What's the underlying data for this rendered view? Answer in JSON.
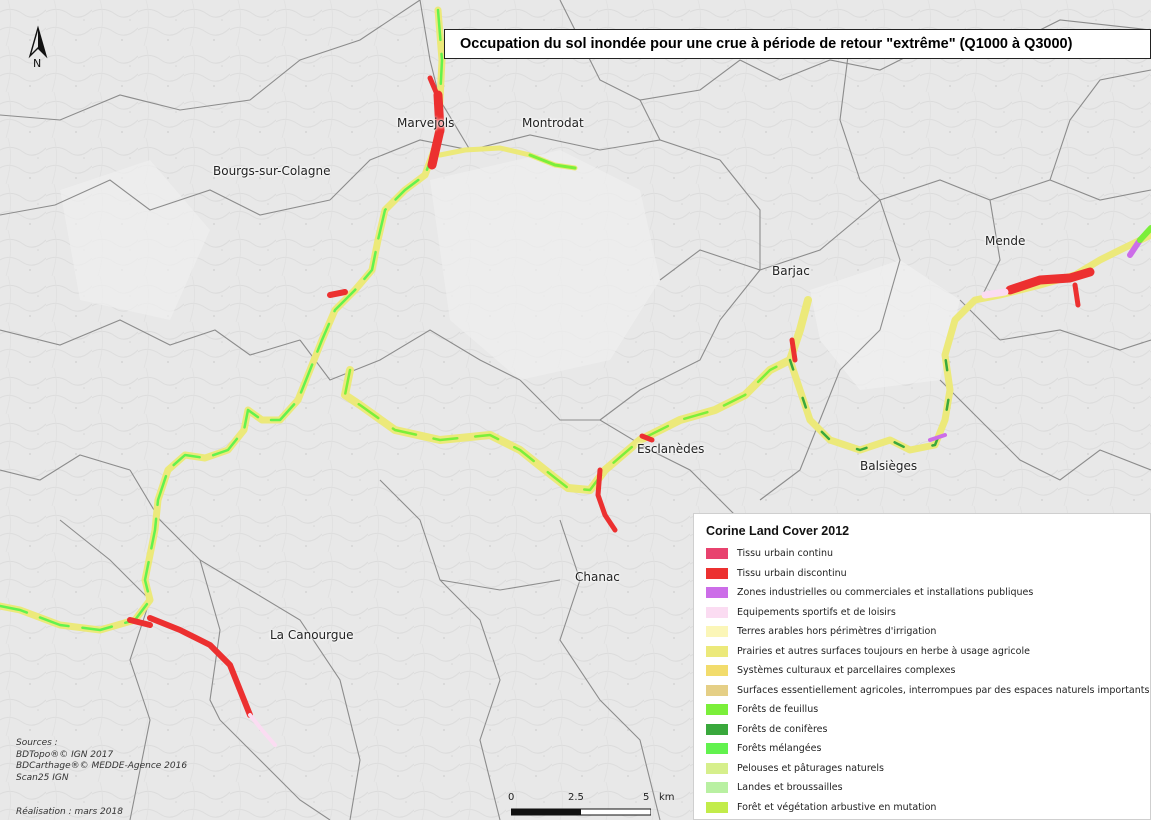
{
  "title": "Occupation du sol inondée pour une crue à période de retour \"extrême\" (Q1000 à Q3000)",
  "north_label": "N",
  "places": [
    {
      "id": "marvejols",
      "name": "Marvejols"
    },
    {
      "id": "montrodat",
      "name": "Montrodat"
    },
    {
      "id": "bourgs",
      "name": "Bourgs-sur-Colagne"
    },
    {
      "id": "mende",
      "name": "Mende"
    },
    {
      "id": "barjac",
      "name": "Barjac"
    },
    {
      "id": "esclanedes",
      "name": "Esclanèdes"
    },
    {
      "id": "balsieges",
      "name": "Balsièges"
    },
    {
      "id": "chanac",
      "name": "Chanac"
    },
    {
      "id": "canourgue",
      "name": "La Canourgue"
    }
  ],
  "legend": {
    "title": "Corine Land Cover 2012",
    "items": [
      {
        "label": "Tissu urbain continu",
        "color": "#e8426e"
      },
      {
        "label": "Tissu urbain discontinu",
        "color": "#ec3030"
      },
      {
        "label": "Zones industrielles ou commerciales et installations publiques",
        "color": "#cc6de8"
      },
      {
        "label": "Equipements sportifs et de loisirs",
        "color": "#fbdcf2"
      },
      {
        "label": "Terres arables hors périmètres d'irrigation",
        "color": "#fbf6b8"
      },
      {
        "label": "Prairies et autres surfaces toujours en herbe à usage agricole",
        "color": "#ece97a"
      },
      {
        "label": "Systèmes culturaux et parcellaires complexes",
        "color": "#f2dc6c"
      },
      {
        "label": "Surfaces essentiellement agricoles, interrompues par des espaces naturels importants",
        "color": "#e5cf86"
      },
      {
        "label": "Forêts de feuillus",
        "color": "#7bef3a"
      },
      {
        "label": "Forêts de conifères",
        "color": "#39a83c"
      },
      {
        "label": "Forêts mélangées",
        "color": "#62f24e"
      },
      {
        "label": "Pelouses et pâturages naturels",
        "color": "#d6ef8c"
      },
      {
        "label": "Landes et broussailles",
        "color": "#b9f0a2"
      },
      {
        "label": "Forêt et végétation arbustive en mutation",
        "color": "#c2ec4a"
      }
    ]
  },
  "sources": {
    "heading": "Sources :",
    "lines": [
      "BDTopo®© IGN 2017",
      "BDCarthage®© MEDDE-Agence 2016",
      "Scan25 IGN"
    ],
    "realisation": "Réalisation : mars 2018"
  },
  "scale": {
    "ticks": [
      "0",
      "2.5",
      "5"
    ],
    "unit": "km"
  },
  "colors": {
    "title_border": "#222222",
    "commune_line": "#8a8a8a"
  }
}
